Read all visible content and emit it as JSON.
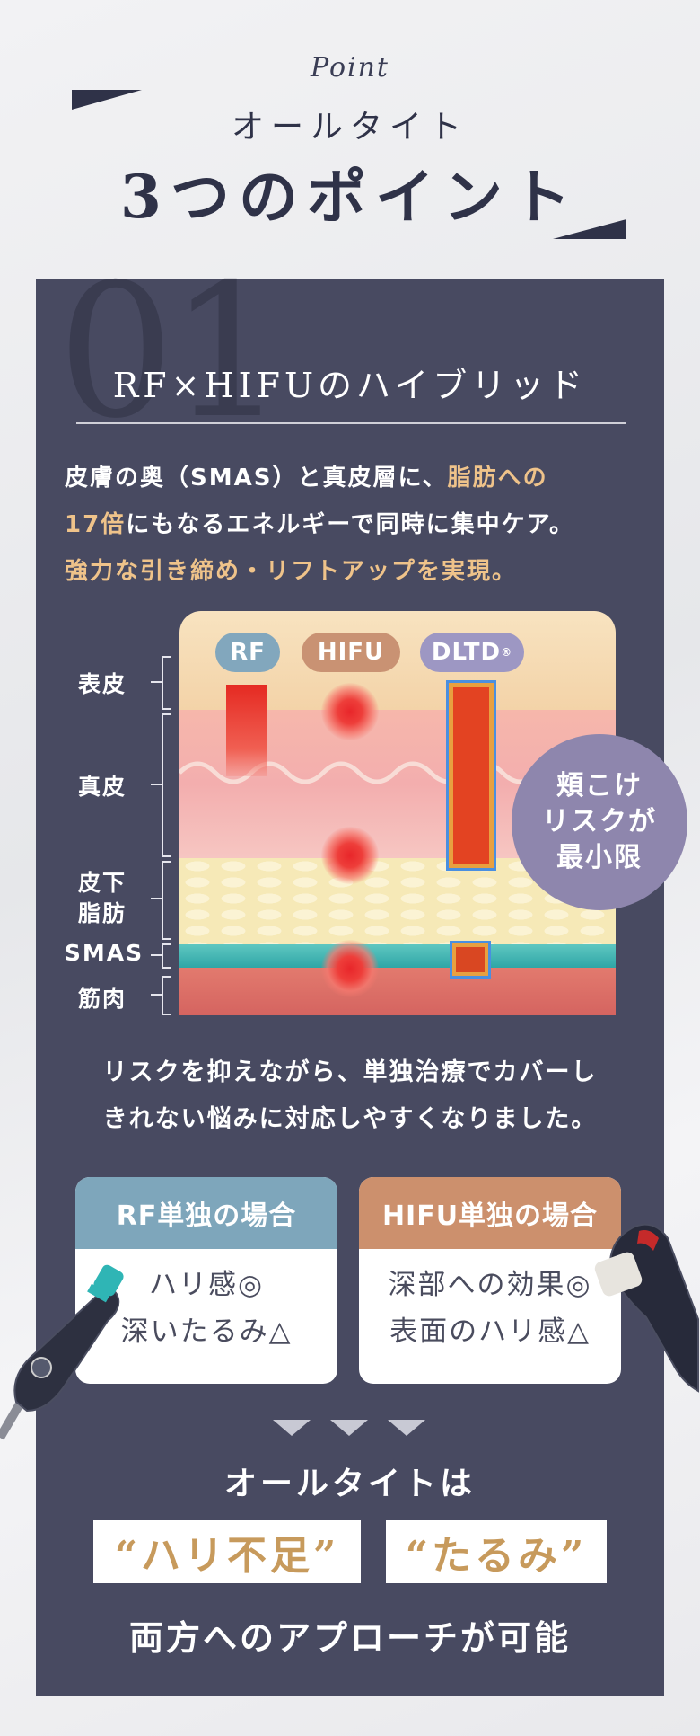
{
  "header": {
    "point": "Point",
    "subtitle": "オールタイト",
    "title": "3つのポイント"
  },
  "section": {
    "number": "01",
    "title": "RF×HIFUのハイブリッド",
    "intro": {
      "l1a": "皮膚の奥（SMAS）と真皮層に、",
      "l1b": "脂肪への",
      "l2a": "17倍",
      "l2b": "にもなるエネルギーで同時に集中ケア。",
      "l3": "強力な引き締め・リフトアップを実現。"
    },
    "diagram": {
      "tech_labels": [
        "RF",
        "HIFU",
        "DLTD"
      ],
      "registered_mark": "®",
      "layer_labels": {
        "epidermis": "表皮",
        "dermis": "真皮",
        "subcutaneous_1": "皮下",
        "subcutaneous_2": "脂肪",
        "smas": "SMAS",
        "muscle": "筋肉"
      },
      "bubble": [
        "頬こけ",
        "リスクが",
        "最小限"
      ],
      "colors": {
        "rf": "#82a7bd",
        "hifu": "#c99273",
        "dltd": "#9d97c3",
        "energy": "#e8262a",
        "smas": "#2eaaa8"
      }
    },
    "middle_text": [
      "リスクを抑えながら、単独治療でカバーし",
      "きれない悩みに対応しやすくなりました。"
    ],
    "rf_box": {
      "title": "RF単独の場合",
      "lines": [
        "ハリ感◎",
        "深いたるみ△"
      ],
      "color": "#7ea6bb"
    },
    "hifu_box": {
      "title": "HIFU単独の場合",
      "lines": [
        "深部への効果◎",
        "表面のハリ感△"
      ],
      "color": "#cc906d"
    },
    "conclusion": {
      "lead": "オールタイトは",
      "kw1": "“ハリ不足”",
      "kw2": "“たるみ”",
      "tail": "両方へのアプローチが可能"
    }
  }
}
